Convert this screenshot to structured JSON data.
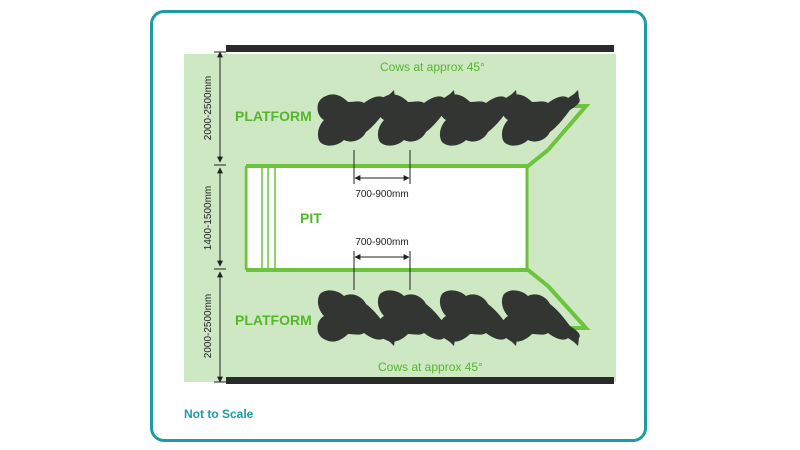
{
  "diagram": {
    "platform_top_label": "PLATFORM",
    "platform_bottom_label": "PLATFORM",
    "pit_label": "PIT",
    "cows_top_label": "Cows at approx 45°",
    "cows_bottom_label": "Cows at approx  45°",
    "spacing_top_label": "700-900mm",
    "spacing_bottom_label": "700-900mm",
    "dim_platform_top": "2000-2500mm",
    "dim_pit": "1400-1500mm",
    "dim_platform_bottom": "2000-2500mm",
    "footer_note": "Not to Scale"
  },
  "colors": {
    "frame": "#1d9ba4",
    "platform_fill": "#cde8c3",
    "rail": "#6cc33c",
    "wall": "#2a2a2a",
    "cow": "#333533",
    "text_green": "#55b62c",
    "text_teal": "#1d9ba4"
  }
}
